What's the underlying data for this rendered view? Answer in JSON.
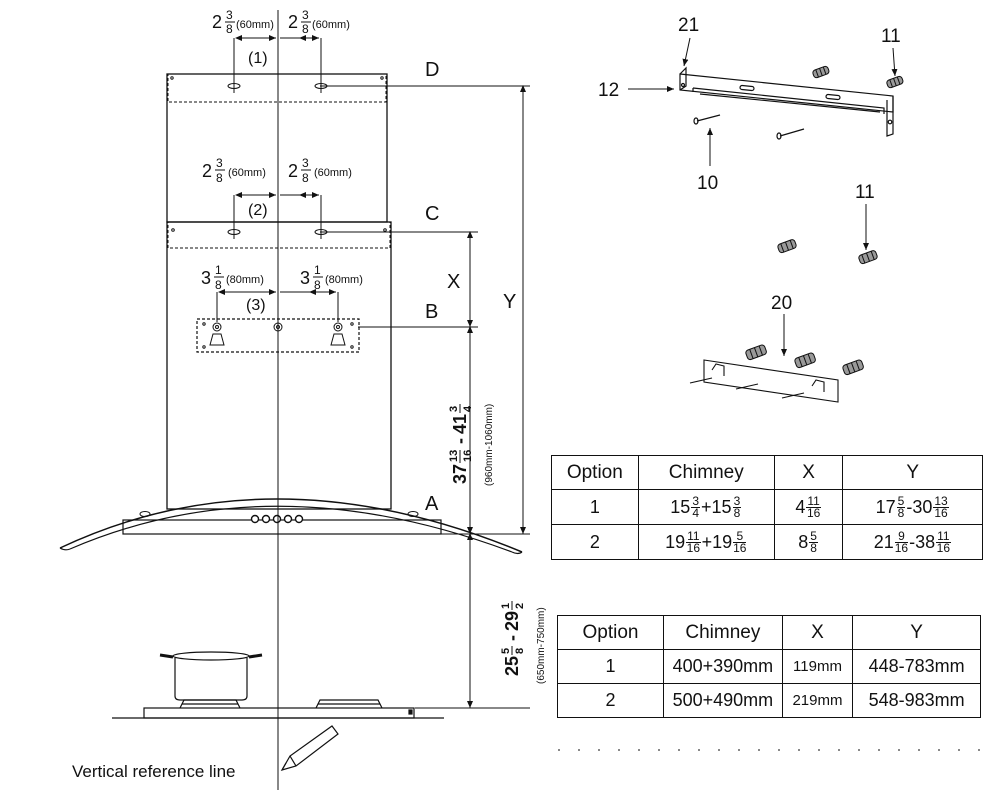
{
  "labels": {
    "A": "A",
    "B": "B",
    "C": "C",
    "D": "D",
    "X": "X",
    "Y": "Y",
    "pos1": "(1)",
    "pos2": "(2)",
    "pos3": "(3)",
    "reference_line": "Vertical reference line"
  },
  "spacing": {
    "top_left_whole": "2",
    "top_left_num": "3",
    "top_left_den": "8",
    "top_left_mm": "(60mm)",
    "top_right_whole": "2",
    "top_right_num": "3",
    "top_right_den": "8",
    "top_right_mm": "(60mm)",
    "mid_left_whole": "2",
    "mid_left_num": "3",
    "mid_left_den": "8",
    "mid_left_mm": "(60mm)",
    "mid_right_whole": "2",
    "mid_right_num": "3",
    "mid_right_den": "8",
    "mid_right_mm": "(60mm)",
    "low_left_whole": "3",
    "low_left_num": "1",
    "low_left_den": "8",
    "low_left_mm": "(80mm)",
    "low_right_whole": "3",
    "low_right_num": "1",
    "low_right_den": "8",
    "low_right_mm": "(80mm)"
  },
  "dims": {
    "upper_a_whole": "37",
    "upper_a_num": "13",
    "upper_a_den": "16",
    "upper_dash": "-",
    "upper_b_whole": "41",
    "upper_b_num": "3",
    "upper_b_den": "4",
    "upper_mm": "(960mm-1060mm)",
    "lower_a_whole": "25",
    "lower_a_num": "5",
    "lower_a_den": "8",
    "lower_dash": "-",
    "lower_b_whole": "29",
    "lower_b_num": "1",
    "lower_b_den": "2",
    "lower_mm": "(650mm-750mm)"
  },
  "parts": {
    "p21": "21",
    "p12": "12",
    "p11_top": "11",
    "p10": "10",
    "p11_mid": "11",
    "p20": "20"
  },
  "table_imperial": {
    "headers": [
      "Option",
      "Chimney",
      "X",
      "Y"
    ],
    "r1_option": "1",
    "r1_c_a_whole": "15",
    "r1_c_a_num": "3",
    "r1_c_a_den": "4",
    "r1_c_plus": "+",
    "r1_c_b_whole": "15",
    "r1_c_b_num": "3",
    "r1_c_b_den": "8",
    "r1_x_whole": "4",
    "r1_x_num": "11",
    "r1_x_den": "16",
    "r1_y_a_whole": "17",
    "r1_y_a_num": "5",
    "r1_y_a_den": "8",
    "r1_y_dash": "-",
    "r1_y_b_whole": "30",
    "r1_y_b_num": "13",
    "r1_y_b_den": "16",
    "r2_option": "2",
    "r2_c_a_whole": "19",
    "r2_c_a_num": "11",
    "r2_c_a_den": "16",
    "r2_c_plus": "+",
    "r2_c_b_whole": "19",
    "r2_c_b_num": "5",
    "r2_c_b_den": "16",
    "r2_x_whole": "8",
    "r2_x_num": "5",
    "r2_x_den": "8",
    "r2_y_a_whole": "21",
    "r2_y_a_num": "9",
    "r2_y_a_den": "16",
    "r2_y_dash": "-",
    "r2_y_b_whole": "38",
    "r2_y_b_num": "11",
    "r2_y_b_den": "16"
  },
  "table_metric": {
    "headers": [
      "Option",
      "Chimney",
      "X",
      "Y"
    ],
    "rows": [
      [
        "1",
        "400+390mm",
        "119mm",
        "448-783mm"
      ],
      [
        "2",
        "500+490mm",
        "219mm",
        "548-983mm"
      ]
    ]
  }
}
